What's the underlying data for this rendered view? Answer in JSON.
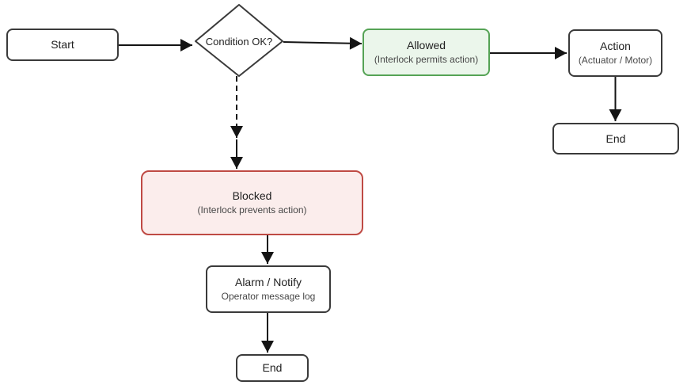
{
  "diagram": {
    "background": "#ffffff",
    "nodes": {
      "start": {
        "label": "Start"
      },
      "decision": {
        "label": "Condition OK?"
      },
      "allowed": {
        "title": "Allowed",
        "subtitle": "(Interlock permits action)"
      },
      "action": {
        "title": "Action",
        "subtitle": "(Actuator / Motor)"
      },
      "end_right": {
        "label": "End"
      },
      "blocked": {
        "title": "Blocked",
        "subtitle": "(Interlock prevents action)"
      },
      "alarm": {
        "title": "Alarm / Notify",
        "subtitle": "Operator message log"
      },
      "end_bottom": {
        "label": "End"
      }
    },
    "edges": [
      {
        "from": "start",
        "to": "decision",
        "style": "solid"
      },
      {
        "from": "decision",
        "to": "allowed",
        "style": "solid"
      },
      {
        "from": "allowed",
        "to": "action",
        "style": "solid"
      },
      {
        "from": "action",
        "to": "end_right",
        "style": "solid"
      },
      {
        "from": "decision",
        "to": "blocked",
        "style": "dashed-then-solid"
      },
      {
        "from": "blocked",
        "to": "alarm",
        "style": "solid"
      },
      {
        "from": "alarm",
        "to": "end_bottom",
        "style": "solid"
      }
    ],
    "colors": {
      "node_border": "#3a3a3a",
      "node_fill": "#ffffff",
      "allowed_border": "#55a355",
      "allowed_fill": "#ebf6eb",
      "blocked_border": "#bf4a44",
      "blocked_fill": "#fbedec",
      "arrow": "#141414",
      "title_text": "#1f1f1f",
      "subtitle_text": "#474747"
    }
  }
}
